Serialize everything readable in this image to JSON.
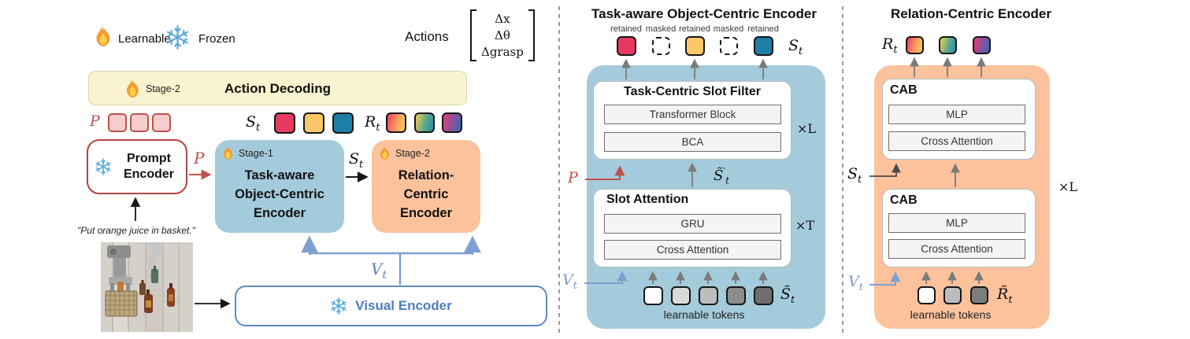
{
  "icons": {
    "learnable": "flame-icon",
    "frozen": "snowflake-icon"
  },
  "colors": {
    "yellow_bar": "#faf3cf",
    "blue_container": "#a3cbdb",
    "orange_container": "#fbc29c",
    "crimson": "#e8395f",
    "amber": "#fbc768",
    "teal": "#1d7fa5",
    "p_token_fill": "#f6cdca",
    "p_token_border": "#c1504c",
    "r_gradient_1": "linear-gradient(105deg, #ec4a63 8%, #f9a55e 60%, #fbc665 95%)",
    "r_gradient_2": "linear-gradient(105deg, #eac959 5%, #58a98c 55%, #2f8fab 95%)",
    "r_gradient_3": "linear-gradient(105deg, #e04070 5%, #8f4f9e 50%, #3a6cb0 95%)",
    "gray5": [
      "#ffffff",
      "#d9d9d9",
      "#bdbdbd",
      "#8c8c8c",
      "#6e6e6e"
    ],
    "gray3": [
      "#ffffff",
      "#bdbdbd",
      "#7d7d7d"
    ],
    "red_arrow": "#c0504d",
    "blue_arrow": "#7d9fd3",
    "visual_blue": "#4a7ec0",
    "prompt_border": "#b2433f"
  },
  "legend": {
    "learnable_label": "Learnable",
    "frozen_label": "Frozen"
  },
  "actions": {
    "label": "Actions",
    "rows": [
      "Δx",
      "Δθ",
      "Δgrasp"
    ]
  },
  "left": {
    "action_decoding": {
      "stage": "Stage-2",
      "title": "Action Decoding"
    },
    "p_row_label": "P",
    "s_row": {
      "base": "S",
      "sub": "t"
    },
    "r_row": {
      "base": "R",
      "sub": "t"
    },
    "prompt_encoder": {
      "line1": "Prompt",
      "line2": "Encoder"
    },
    "p_arrow_label": "P",
    "task_encoder": {
      "stage": "Stage-1",
      "line1": "Task-aware",
      "line2": "Object-Centric",
      "line3": "Encoder"
    },
    "s_arrow_label": {
      "base": "S",
      "sub": "t"
    },
    "relation_encoder": {
      "stage": "Stage-2",
      "line1": "Relation-",
      "line2": "Centric",
      "line3": "Encoder"
    },
    "prompt_text": "\"Put orange juice in basket.\"",
    "visual_encoder_title": "Visual Encoder",
    "v_label": {
      "base": "V",
      "sub": "t"
    }
  },
  "middle": {
    "title": "Task-aware Object-Centric Encoder",
    "token_labels": [
      "retained",
      "masked",
      "retained",
      "masked",
      "retained"
    ],
    "s_out": {
      "base": "S",
      "sub": "t"
    },
    "slot_filter": {
      "title": "Task-Centric Slot Filter",
      "blocks": [
        "Transformer Block",
        "BCA"
      ],
      "repeat": "×L"
    },
    "p_label": "P",
    "s_tilde_prime": {
      "base": "S̃",
      "prime": "′",
      "sub": "t"
    },
    "slot_attention": {
      "title": "Slot Attention",
      "blocks": [
        "GRU",
        "Cross Attention"
      ],
      "repeat": "×T"
    },
    "v_label": {
      "base": "V",
      "sub": "t"
    },
    "s_tilde": {
      "base": "S̃",
      "sub": "t"
    },
    "learnable_tokens_label": "learnable tokens"
  },
  "right": {
    "title": "Relation-Centric Encoder",
    "r_out": {
      "base": "R",
      "sub": "t"
    },
    "cab_top": {
      "title": "CAB",
      "blocks": [
        "MLP",
        "Cross Attention"
      ]
    },
    "s_label": {
      "base": "S",
      "sub": "t"
    },
    "repeat": "×L",
    "cab_bottom": {
      "title": "CAB",
      "blocks": [
        "MLP",
        "Cross Attention"
      ]
    },
    "v_label": {
      "base": "V",
      "sub": "t"
    },
    "r_tilde": {
      "base": "R̃",
      "sub": "t"
    },
    "learnable_tokens_label": "learnable tokens"
  }
}
